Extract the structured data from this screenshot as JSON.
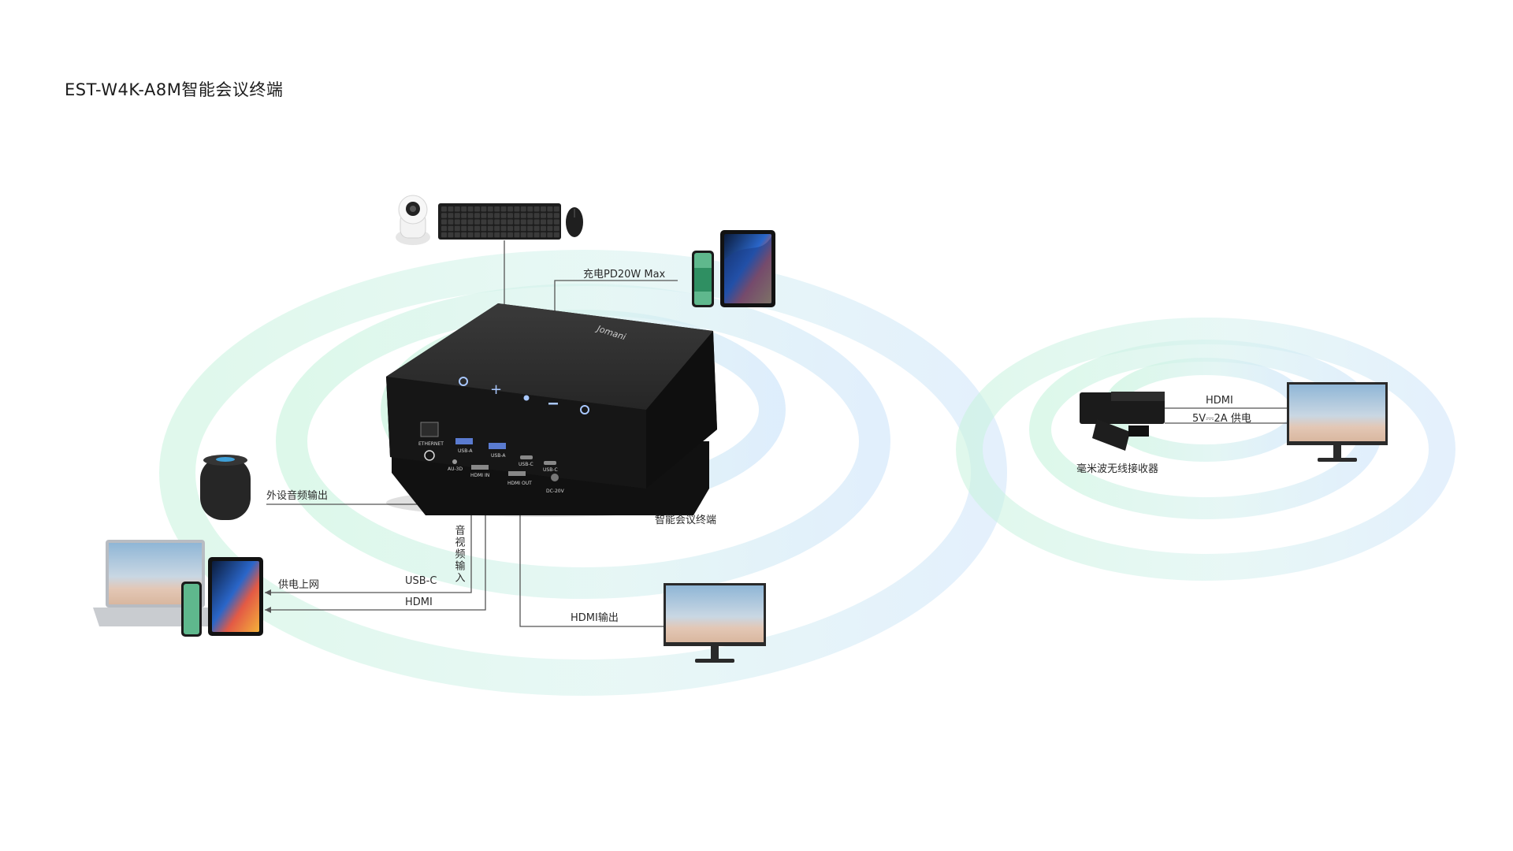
{
  "title": "EST-W4K-A8M智能会议终端",
  "device": {
    "brand": "Jomani",
    "label": "智能会议终端"
  },
  "ports": {
    "ethernet": "ETHERNET",
    "usb_a1": "USB-A",
    "usb_a2": "USB-A",
    "usb_c1": "USB-C",
    "usb_c2": "USB-C",
    "audio": "AU-3D",
    "hdmi_in": "HDMI IN",
    "hdmi_out": "HDMI OUT",
    "dc": "DC-20V"
  },
  "connections": {
    "charge": "充电PD20W Max",
    "audio_out": "外设音频输出",
    "av_input": "音视频输入",
    "power_net": "供电上网",
    "usb_c": "USB-C",
    "hdmi": "HDMI",
    "hdmi_out": "HDMI输出"
  },
  "receiver": {
    "hdmi": "HDMI",
    "power": "5V⎓2A 供电",
    "label": "毫米波无线接收器"
  },
  "colors": {
    "wave_green": "#bff0d8",
    "wave_blue": "#cfe6fb",
    "line": "#555555",
    "device": "#1e1e1e"
  }
}
